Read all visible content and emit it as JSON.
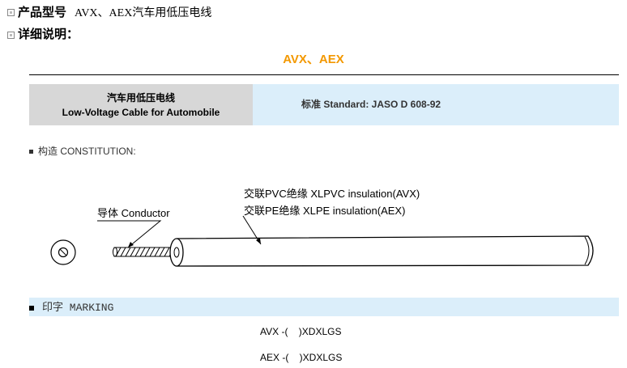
{
  "header": {
    "product_model_label": "产品型号",
    "product_model_value": "AVX、AEX汽车用低压电线",
    "details_label": "详细说明："
  },
  "title": "AVX、AEX",
  "banner": {
    "name_cn": "汽车用低压电线",
    "name_en": "Low-Voltage Cable for Automobile",
    "standard": "标准  Standard: JASO D 608-92"
  },
  "constitution": {
    "heading": "构造  CONSTITUTION:",
    "conductor_label": "导体 Conductor",
    "insulation_pvc": "交联PVC绝缘  XLPVC insulation(AVX)",
    "insulation_pe": "交联PE绝缘  XLPE insulation(AEX)"
  },
  "marking": {
    "heading": "印字 MARKING",
    "line1": "AVX -(    )XDXLGS",
    "line2": "AEX -(    )XDXLGS"
  },
  "colors": {
    "accent_orange": "#f39800",
    "banner_gray": "#d7d7d7",
    "banner_blue": "#dbeefa"
  }
}
